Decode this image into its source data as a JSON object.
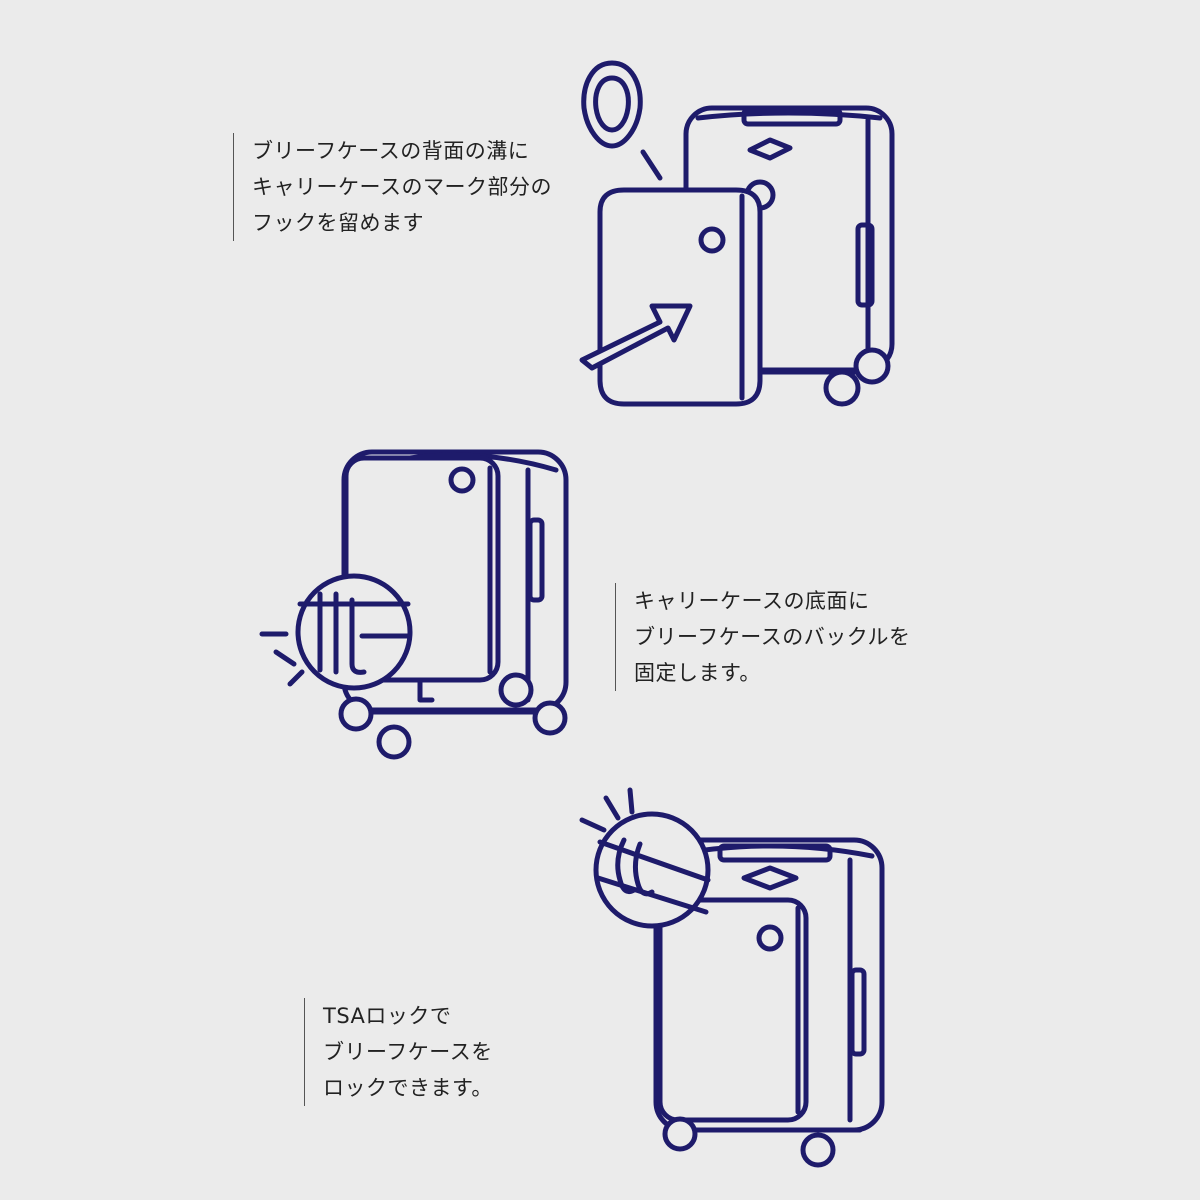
{
  "steps": [
    {
      "lines": [
        "ブリーフケースの背面の溝に",
        "キャリーケースのマーク部分の",
        "フックを留めます"
      ]
    },
    {
      "lines": [
        "キャリーケースの底面に",
        "ブリーフケースのバックルを",
        "固定します。"
      ]
    },
    {
      "lines": [
        "TSAロックで",
        "ブリーフケースを",
        "ロックできます。"
      ]
    }
  ],
  "colors": {
    "background": "#ebebeb",
    "line": "#1e1b6b",
    "text": "#222222"
  }
}
